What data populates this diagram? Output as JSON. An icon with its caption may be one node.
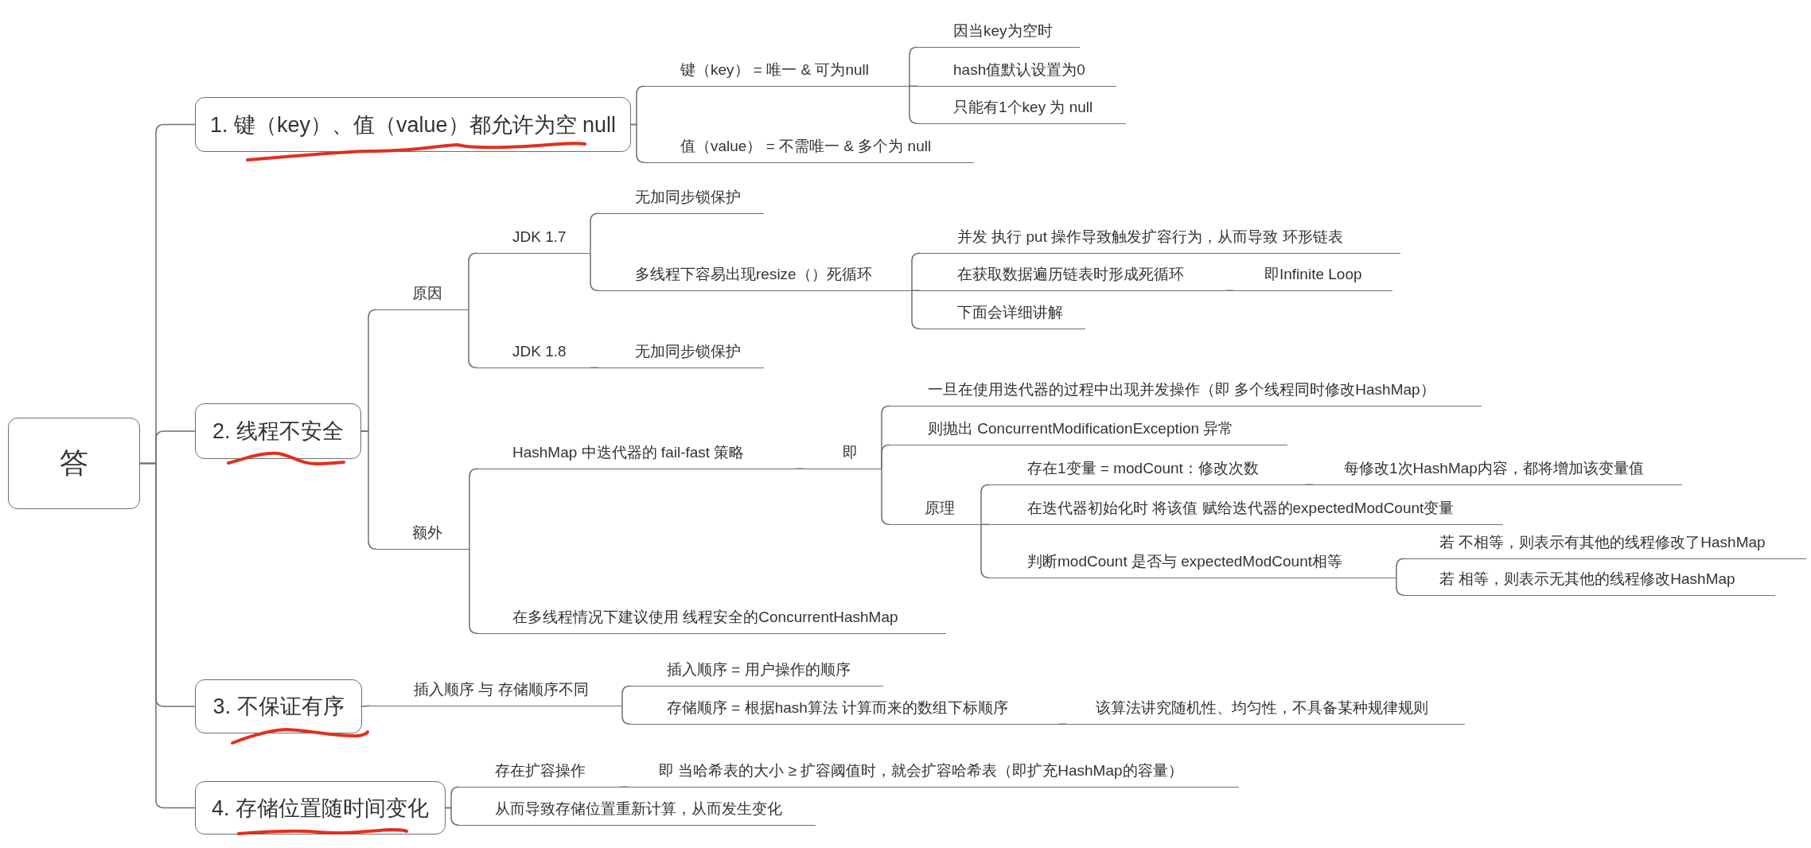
{
  "diagram": {
    "nodes": [
      {
        "text": [
          "答"
        ]
      },
      {
        "text": [
          "1. 键（key）、值（value）都允许为空 null"
        ]
      },
      {
        "text": [
          "键（key） = 唯一 & 可为null"
        ]
      },
      {
        "text": [
          "因当key为空时"
        ]
      },
      {
        "text": [
          "hash值默认设置为0"
        ]
      },
      {
        "text": [
          "只能有1个key 为 null"
        ]
      },
      {
        "text": [
          "值（value） = 不需唯一 & 多个为 null"
        ]
      },
      {
        "text": [
          "2. 线程不安全"
        ]
      },
      {
        "text": [
          "原因"
        ]
      },
      {
        "text": [
          "JDK 1.7"
        ]
      },
      {
        "text": [
          "无加同步锁保护"
        ]
      },
      {
        "text": [
          "多线程下容易出现resize（）死循环"
        ]
      },
      {
        "text": [
          "并发 执行 put 操作导致触发扩容行为，从而导致 环形链表"
        ]
      },
      {
        "text": [
          "在获取数据遍历链表时形成死循环"
        ]
      },
      {
        "text": [
          "即Infinite Loop"
        ]
      },
      {
        "text": [
          "下面会详细讲解"
        ]
      },
      {
        "text": [
          "JDK 1.8"
        ]
      },
      {
        "text": [
          "无加同步锁保护"
        ]
      },
      {
        "text": [
          "额外"
        ]
      },
      {
        "text": [
          "HashMap 中迭代器的 fail-fast 策略"
        ]
      },
      {
        "text": [
          "即"
        ]
      },
      {
        "text": [
          "一旦在使用迭代器的过程中出现并发操作（即 多个线程同时修改HashMap）"
        ]
      },
      {
        "text": [
          "则抛出 ConcurrentModificationException 异常"
        ]
      },
      {
        "text": [
          "原理"
        ]
      },
      {
        "text": [
          "存在1变量 = modCount：修改次数"
        ]
      },
      {
        "text": [
          "每修改1次HashMap内容，都将增加该变量值"
        ]
      },
      {
        "text": [
          "在迭代器初始化时 将该值 赋给迭代器的expectedModCount变量"
        ]
      },
      {
        "text": [
          "判断modCount 是否与 expectedModCount相等"
        ]
      },
      {
        "text": [
          "若 不相等，则表示有其他的线程修改了HashMap"
        ]
      },
      {
        "text": [
          "若 相等，则表示无其他的线程修改HashMap"
        ]
      },
      {
        "text": [
          "在多线程情况下建议使用 线程安全的ConcurrentHashMap"
        ]
      },
      {
        "text": [
          "3. 不保证有序"
        ]
      },
      {
        "text": [
          "插入顺序 与 存储顺序不同"
        ]
      },
      {
        "text": [
          "插入顺序 = 用户操作的顺序"
        ]
      },
      {
        "text": [
          "存储顺序 = 根据hash算法 计算而来的数组下标顺序"
        ]
      },
      {
        "text": [
          "该算法讲究随机性、均匀性，不具备某种规律规则"
        ]
      },
      {
        "text": [
          "4. 存储位置随时间变化"
        ]
      },
      {
        "text": [
          "存在扩容操作"
        ]
      },
      {
        "text": [
          "即 当哈希表的大小 ≥ 扩容阈值时，就会扩容哈希表（即扩充HashMap的容量）"
        ]
      },
      {
        "text": [
          "从而导致存储位置重新计算，从而发生变化"
        ]
      }
    ],
    "edges": [
      {
        "from": 0,
        "to": 1,
        "arrow": "none"
      },
      {
        "from": 0,
        "to": 7,
        "arrow": "none"
      },
      {
        "from": 0,
        "to": 31,
        "arrow": "none"
      },
      {
        "from": 0,
        "to": 36,
        "arrow": "none"
      },
      {
        "from": 1,
        "to": 2,
        "arrow": "none"
      },
      {
        "from": 1,
        "to": 6,
        "arrow": "none"
      },
      {
        "from": 2,
        "to": 3,
        "arrow": "none"
      },
      {
        "from": 2,
        "to": 4,
        "arrow": "none"
      },
      {
        "from": 2,
        "to": 5,
        "arrow": "none"
      },
      {
        "from": 7,
        "to": 8,
        "arrow": "none"
      },
      {
        "from": 7,
        "to": 18,
        "arrow": "none"
      },
      {
        "from": 8,
        "to": 9,
        "arrow": "none"
      },
      {
        "from": 8,
        "to": 16,
        "arrow": "none"
      },
      {
        "from": 9,
        "to": 10,
        "arrow": "none"
      },
      {
        "from": 9,
        "to": 11,
        "arrow": "none"
      },
      {
        "from": 11,
        "to": 12,
        "arrow": "none"
      },
      {
        "from": 11,
        "to": 13,
        "arrow": "none"
      },
      {
        "from": 11,
        "to": 15,
        "arrow": "none"
      },
      {
        "from": 13,
        "to": 14,
        "arrow": "none"
      },
      {
        "from": 16,
        "to": 17,
        "arrow": "none"
      },
      {
        "from": 18,
        "to": 19,
        "arrow": "none"
      },
      {
        "from": 18,
        "to": 30,
        "arrow": "none"
      },
      {
        "from": 19,
        "to": 20,
        "arrow": "none"
      },
      {
        "from": 20,
        "to": 21,
        "arrow": "none"
      },
      {
        "from": 20,
        "to": 22,
        "arrow": "none"
      },
      {
        "from": 20,
        "to": 23,
        "arrow": "none"
      },
      {
        "from": 23,
        "to": 24,
        "arrow": "none"
      },
      {
        "from": 23,
        "to": 26,
        "arrow": "none"
      },
      {
        "from": 23,
        "to": 27,
        "arrow": "none"
      },
      {
        "from": 24,
        "to": 25,
        "arrow": "none"
      },
      {
        "from": 27,
        "to": 28,
        "arrow": "none"
      },
      {
        "from": 27,
        "to": 29,
        "arrow": "none"
      },
      {
        "from": 31,
        "to": 32,
        "arrow": "none"
      },
      {
        "from": 32,
        "to": 33,
        "arrow": "none"
      },
      {
        "from": 32,
        "to": 34,
        "arrow": "none"
      },
      {
        "from": 34,
        "to": 35,
        "arrow": "none"
      },
      {
        "from": 36,
        "to": 37,
        "arrow": "none"
      },
      {
        "from": 36,
        "to": 39,
        "arrow": "none"
      },
      {
        "from": 37,
        "to": 38,
        "arrow": "none"
      }
    ]
  }
}
